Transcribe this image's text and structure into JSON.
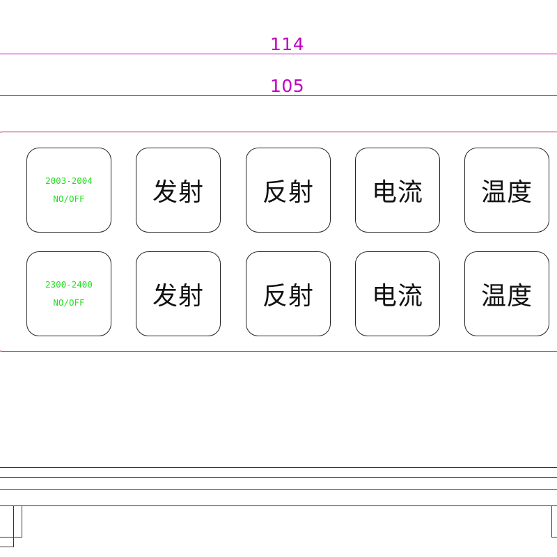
{
  "dimensions": {
    "outer": "114",
    "inner": "105"
  },
  "panel": {
    "rows": [
      {
        "keys": [
          {
            "type": "small",
            "line1": "2003-2004",
            "line2": "NO/OFF"
          },
          {
            "type": "label",
            "text": "发射"
          },
          {
            "type": "label",
            "text": "反射"
          },
          {
            "type": "label",
            "text": "电流"
          },
          {
            "type": "label",
            "text": "温度"
          }
        ]
      },
      {
        "keys": [
          {
            "type": "small",
            "line1": "2300-2400",
            "line2": "NO/OFF"
          },
          {
            "type": "label",
            "text": "发射"
          },
          {
            "type": "label",
            "text": "反射"
          },
          {
            "type": "label",
            "text": "电流"
          },
          {
            "type": "label",
            "text": "温度"
          }
        ]
      }
    ]
  },
  "colors": {
    "dimension": "#c000c0",
    "panel_border": "#b0203a",
    "indicator_text": "#22dd22"
  }
}
